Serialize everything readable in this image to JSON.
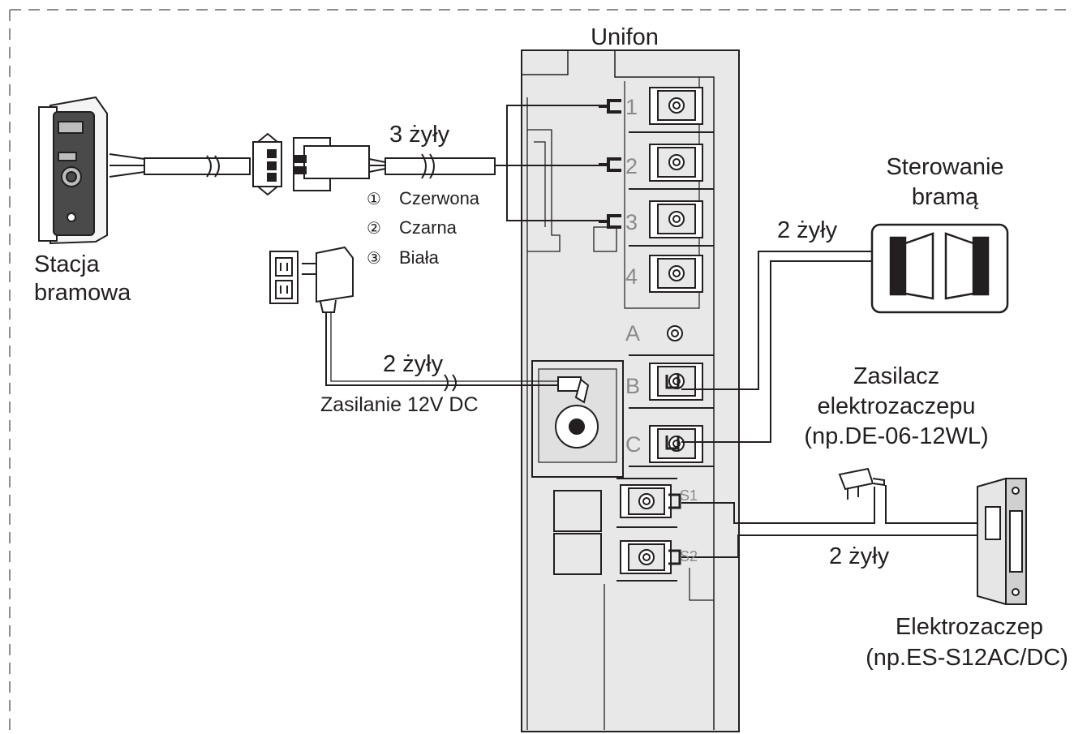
{
  "title": "Unifon",
  "gate_station": {
    "line1": "Stacja",
    "line2": "bramowa"
  },
  "cable_top": "3 żyły",
  "wire_colors": [
    {
      "num": "①",
      "name": "Czerwona"
    },
    {
      "num": "②",
      "name": "Czarna"
    },
    {
      "num": "③",
      "name": "Biała"
    }
  ],
  "terminals": {
    "t1": "1",
    "t2": "2",
    "t3": "3",
    "t4": "4",
    "a": "A",
    "b": "B",
    "c": "C",
    "s1": "S1",
    "s2": "S2"
  },
  "power_cable": "2 żyły",
  "power_label": "Zasilanie 12V DC",
  "gate_control": {
    "line1": "Sterowanie",
    "line2": "bramą",
    "cable": "2 żyły"
  },
  "psu": {
    "line1": "Zasilacz",
    "line2": "elektrozaczepu",
    "line3": "(np.DE-06-12WL)"
  },
  "strike_cable": "2 żyły",
  "strike": {
    "line1": "Elektrozaczep",
    "line2": "(np.ES-S12AC/DC)"
  },
  "colors": {
    "line": "#231f20",
    "panel": "#e8e8e8",
    "terminal_label": "#8a8a8a",
    "dashed": "#8c8c8c"
  }
}
